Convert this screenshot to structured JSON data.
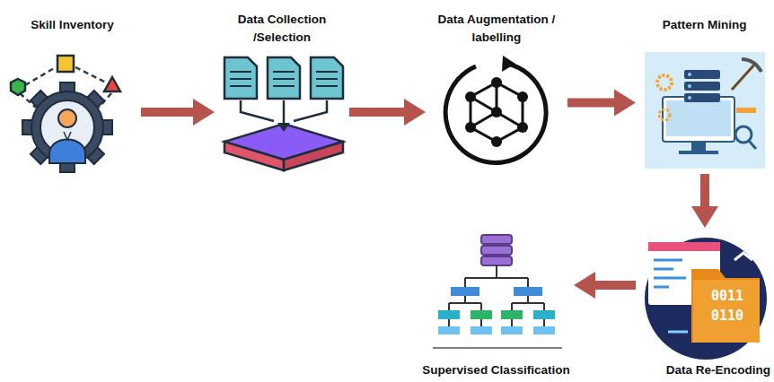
{
  "diagram": {
    "nodes": [
      {
        "text": [
          "Skill Inventory"
        ]
      },
      {
        "text": [
          "Data Collection /Selection"
        ]
      },
      {
        "text": [
          "Data Augmentation / labelling"
        ]
      },
      {
        "text": [
          "Pattern Mining"
        ]
      },
      {
        "text": [
          "Data Re-Encoding"
        ]
      },
      {
        "text": [
          "Supervised Classification"
        ]
      }
    ],
    "edges": [
      {
        "from": 0,
        "to": 1,
        "arrow": "to"
      },
      {
        "from": 1,
        "to": 2,
        "arrow": "to"
      },
      {
        "from": 2,
        "to": 3,
        "arrow": "to"
      },
      {
        "from": 3,
        "to": 4,
        "arrow": "to"
      },
      {
        "from": 4,
        "to": 5,
        "arrow": "to"
      }
    ],
    "labels": [
      "0011",
      "0110"
    ]
  }
}
